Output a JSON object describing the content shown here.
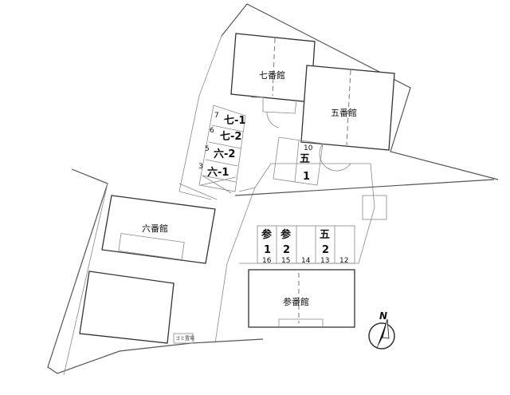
{
  "buildings": {
    "b7": "七番館",
    "b5": "五番館",
    "b6": "六番館",
    "b3": "参番館"
  },
  "parking_left": [
    {
      "num": "7",
      "label": "七-1"
    },
    {
      "num": "6",
      "label": "七-2"
    },
    {
      "num": "5",
      "label": "六-2"
    },
    {
      "num": "3",
      "label": "六-1"
    }
  ],
  "parking_10": {
    "num": "10",
    "label_top": "五",
    "label_bottom": "1"
  },
  "parking_row": [
    {
      "num": "16",
      "label_top": "参",
      "label_bottom": "1"
    },
    {
      "num": "15",
      "label_top": "参",
      "label_bottom": "2"
    },
    {
      "num": "14",
      "label_top": "",
      "label_bottom": ""
    },
    {
      "num": "13",
      "label_top": "五",
      "label_bottom": "2"
    },
    {
      "num": "12",
      "label_top": "",
      "label_bottom": ""
    }
  ],
  "garbage_area": "ゴミ置場",
  "north_label": "N"
}
